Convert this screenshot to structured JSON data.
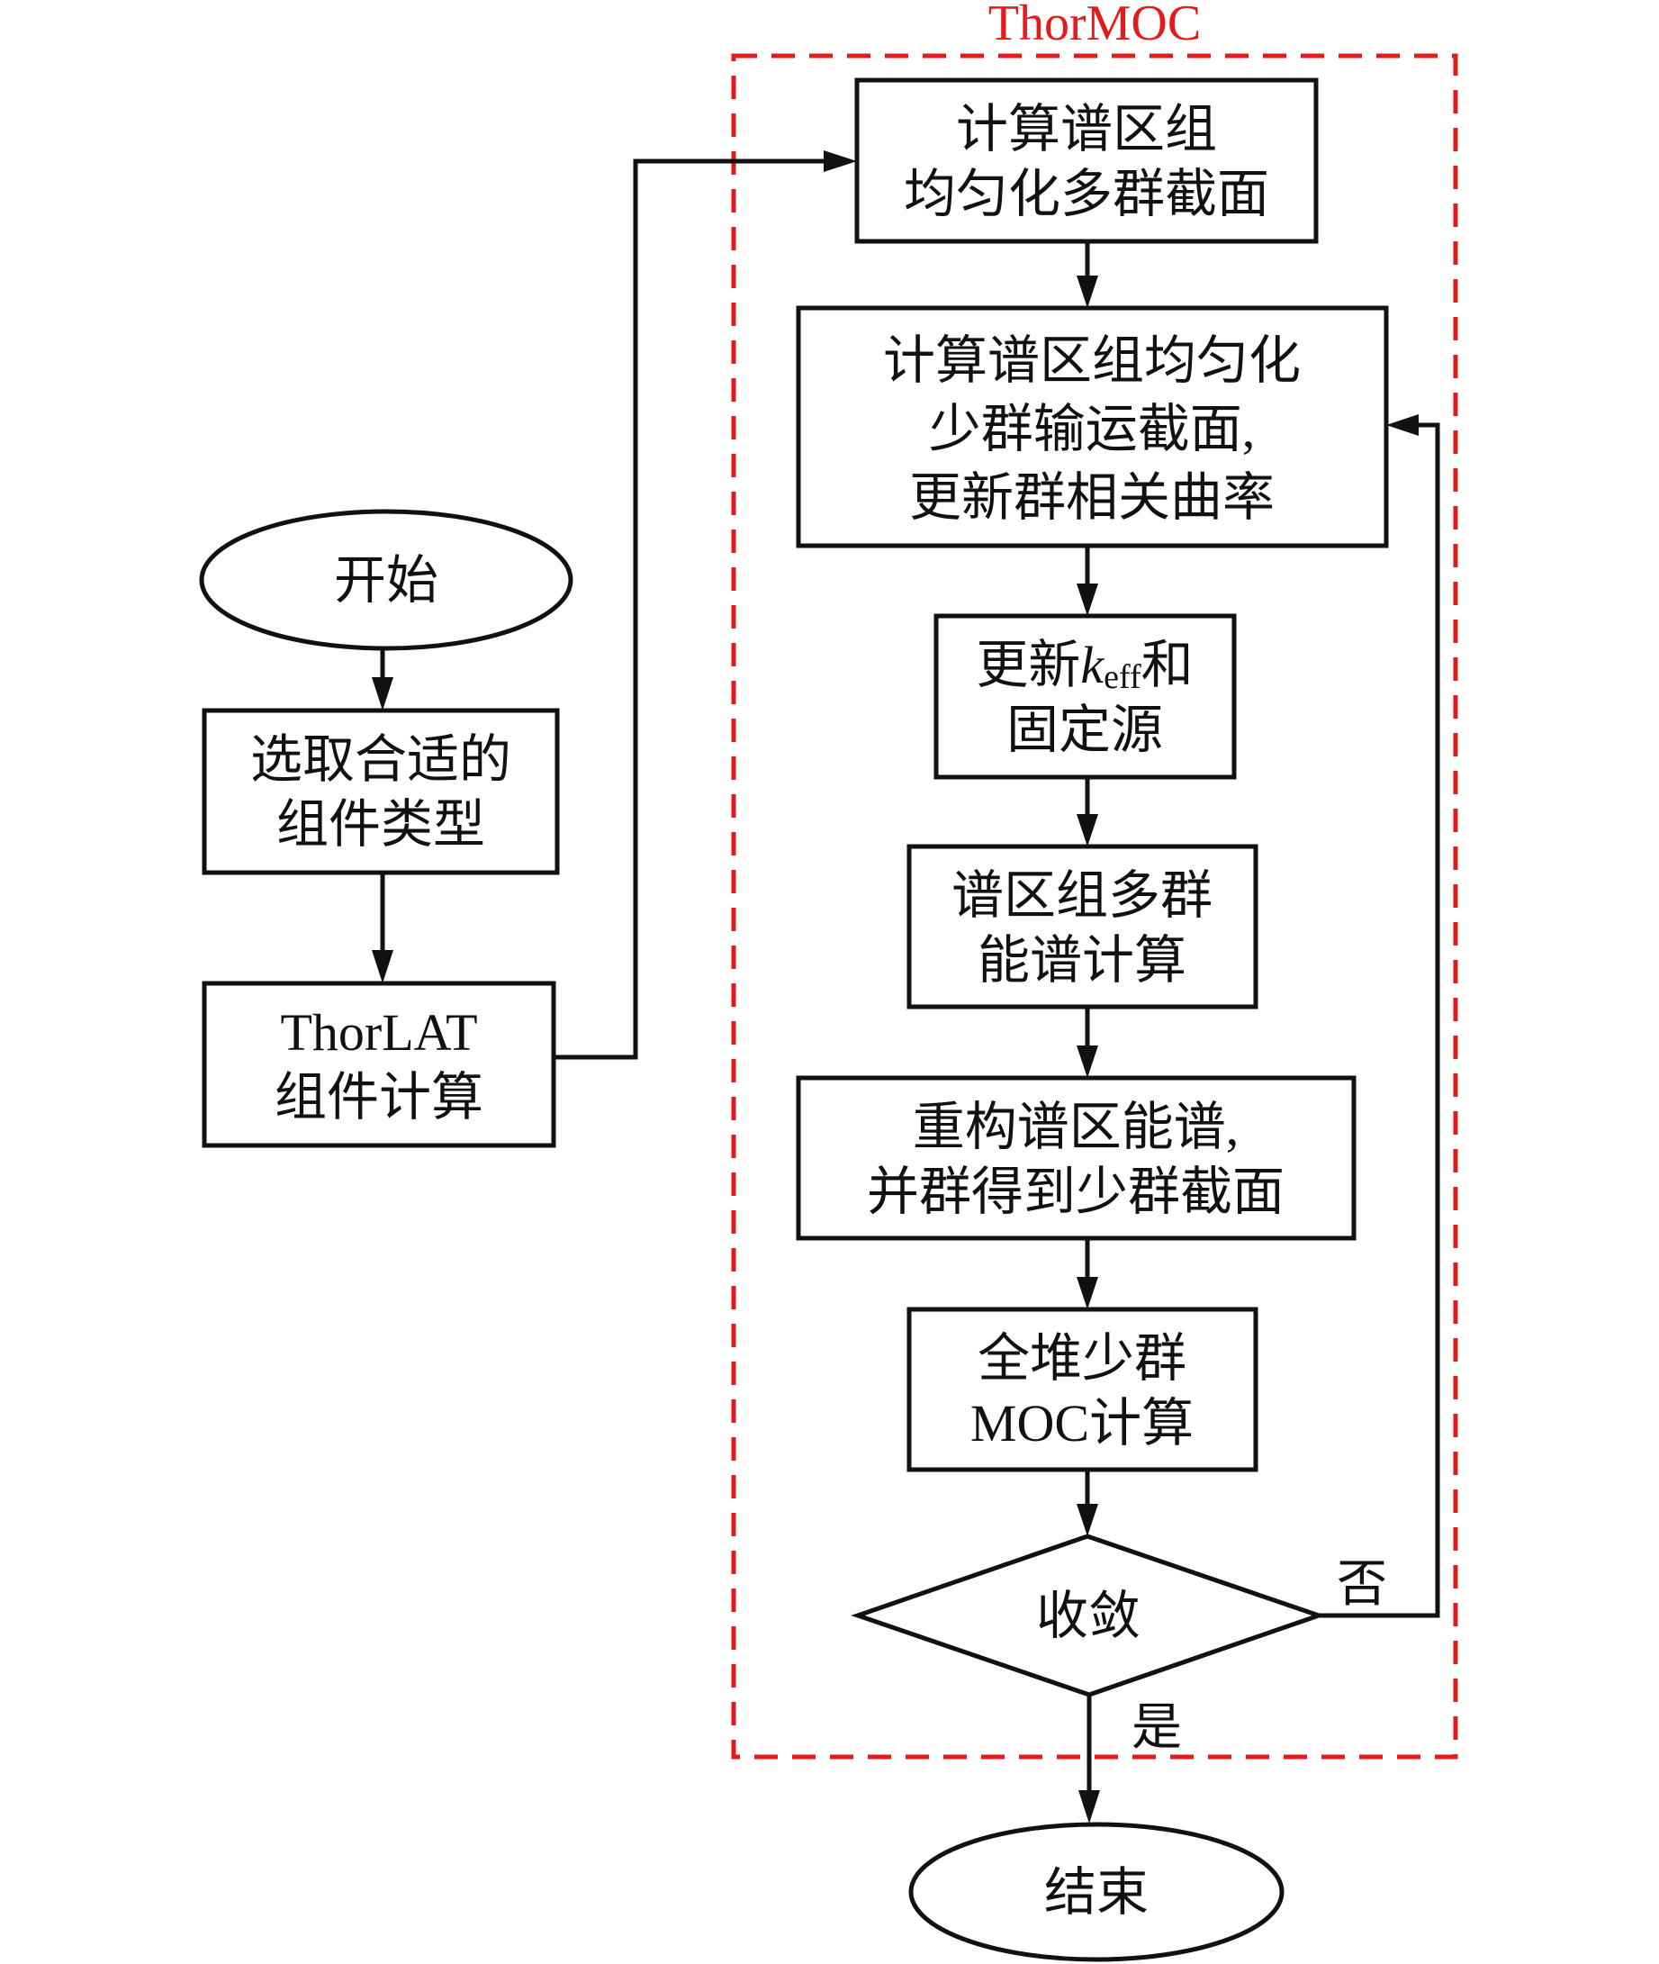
{
  "colors": {
    "stroke": "#111111",
    "accent": "#e31b1b",
    "background": "#ffffff"
  },
  "group": {
    "title": "ThorMOC"
  },
  "nodes": {
    "start": {
      "type": "terminal",
      "lines": [
        "开始"
      ]
    },
    "select_assembly": {
      "type": "process",
      "lines": [
        "选取合适的",
        "组件类型"
      ]
    },
    "thorlat_calc": {
      "type": "process",
      "lines": [
        "ThorLAT",
        "组件计算"
      ]
    },
    "multigroup_xs": {
      "type": "process",
      "lines": [
        "计算谱区组",
        "均匀化多群截面"
      ]
    },
    "fewgroup_xs": {
      "type": "process",
      "lines": [
        "计算谱区组均匀化",
        "少群输运截面,",
        "更新群相关曲率"
      ]
    },
    "update_keff": {
      "type": "process",
      "lines_rich": [
        [
          "更新",
          "k",
          "eff",
          "和"
        ],
        [
          "固定源"
        ]
      ],
      "line1_prefix": "更新",
      "line1_var": "k",
      "line1_sub": "eff",
      "line1_suffix": "和",
      "line2": "固定源"
    },
    "multigroup_spectrum": {
      "type": "process",
      "lines": [
        "谱区组多群",
        "能谱计算"
      ]
    },
    "reconstruct": {
      "type": "process",
      "lines": [
        "重构谱区能谱,",
        "并群得到少群截面"
      ]
    },
    "core_moc": {
      "type": "process",
      "lines": [
        "全堆少群",
        "MOC计算"
      ]
    },
    "converged": {
      "type": "decision",
      "lines": [
        "收敛"
      ]
    },
    "end": {
      "type": "terminal",
      "lines": [
        "结束"
      ]
    }
  },
  "edges": [
    {
      "from": "start",
      "to": "select_assembly",
      "label": ""
    },
    {
      "from": "select_assembly",
      "to": "thorlat_calc",
      "label": ""
    },
    {
      "from": "thorlat_calc",
      "to": "multigroup_xs",
      "label": ""
    },
    {
      "from": "multigroup_xs",
      "to": "fewgroup_xs",
      "label": ""
    },
    {
      "from": "fewgroup_xs",
      "to": "update_keff",
      "label": ""
    },
    {
      "from": "update_keff",
      "to": "multigroup_spectrum",
      "label": ""
    },
    {
      "from": "multigroup_spectrum",
      "to": "reconstruct",
      "label": ""
    },
    {
      "from": "reconstruct",
      "to": "core_moc",
      "label": ""
    },
    {
      "from": "core_moc",
      "to": "converged",
      "label": ""
    },
    {
      "from": "converged",
      "to": "fewgroup_xs",
      "label": "否"
    },
    {
      "from": "converged",
      "to": "end",
      "label": "是"
    }
  ]
}
